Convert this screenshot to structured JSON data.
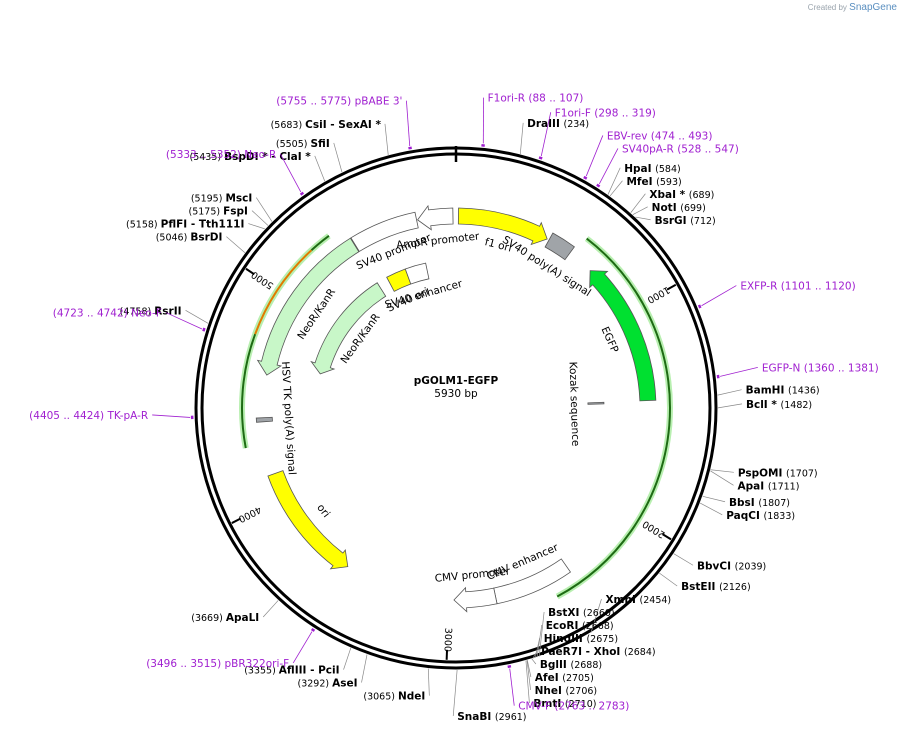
{
  "credit": {
    "created_by": "Created by",
    "brand": "SnapGene"
  },
  "plasmid": {
    "name": "pGOLM1-EGFP",
    "size_label": "5930 bp",
    "length": 5930
  },
  "colors": {
    "primer": "#a020d0",
    "yellow": "#ffff00",
    "lightgreen": "#c8f7c8",
    "green": "#00e030",
    "orange": "#e07b00",
    "gray": "#a0a4a8"
  },
  "ticks": [
    {
      "label": "1000",
      "bp": 1000
    },
    {
      "label": "2000",
      "bp": 2000
    },
    {
      "label": "3000",
      "bp": 3000
    },
    {
      "label": "4000",
      "bp": 4000
    },
    {
      "label": "5000",
      "bp": 5000
    }
  ],
  "sites": [
    {
      "name": "DraIII",
      "coord": "(234)",
      "bp": 234
    },
    {
      "name": "HpaI",
      "coord": "(584)",
      "bp": 584
    },
    {
      "name": "MfeI",
      "coord": "(593)",
      "bp": 593
    },
    {
      "name": "XbaI *",
      "coord": "(689)",
      "bp": 689
    },
    {
      "name": "NotI",
      "coord": "(699)",
      "bp": 699
    },
    {
      "name": "BsrGI",
      "coord": "(712)",
      "bp": 712
    },
    {
      "name": "BamHI",
      "coord": "(1436)",
      "bp": 1436
    },
    {
      "name": "BclI *",
      "coord": "(1482)",
      "bp": 1482
    },
    {
      "name": "PspOMI",
      "coord": "(1707)",
      "bp": 1707
    },
    {
      "name": "ApaI",
      "coord": "(1711)",
      "bp": 1711
    },
    {
      "name": "BbsI",
      "coord": "(1807)",
      "bp": 1807
    },
    {
      "name": "PaqCI",
      "coord": "(1833)",
      "bp": 1833
    },
    {
      "name": "BbvCI",
      "coord": "(2039)",
      "bp": 2039
    },
    {
      "name": "BstEII",
      "coord": "(2126)",
      "bp": 2126
    },
    {
      "name": "XmnI",
      "coord": "(2454)",
      "bp": 2454
    },
    {
      "name": "BstXI",
      "coord": "(2660)",
      "bp": 2660
    },
    {
      "name": "EcoRI",
      "coord": "(2668)",
      "bp": 2668
    },
    {
      "name": "HindIII",
      "coord": "(2675)",
      "bp": 2675
    },
    {
      "name": "PaeR7I - XhoI",
      "coord": "(2684)",
      "bp": 2684
    },
    {
      "name": "BglII",
      "coord": "(2688)",
      "bp": 2688
    },
    {
      "name": "AfeI",
      "coord": "(2705)",
      "bp": 2705
    },
    {
      "name": "NheI",
      "coord": "(2706)",
      "bp": 2706
    },
    {
      "name": "BmtI",
      "coord": "(2710)",
      "bp": 2710
    },
    {
      "name": "SnaBI",
      "coord": "(2961)",
      "bp": 2961
    },
    {
      "name": "NdeI",
      "coord": "(3065)",
      "bp": 3065
    },
    {
      "name": "AseI",
      "coord": "(3292)",
      "bp": 3292
    },
    {
      "name": "AflIII - PciI",
      "coord": "(3355)",
      "bp": 3355
    },
    {
      "name": "ApaLI",
      "coord": "(3669)",
      "bp": 3669
    },
    {
      "name": "RsrII",
      "coord": "(4758)",
      "bp": 4758
    },
    {
      "name": "BsrDI",
      "coord": "(5046)",
      "bp": 5046
    },
    {
      "name": "PflFI - Tth111I",
      "coord": "(5158)",
      "bp": 5158
    },
    {
      "name": "FspI",
      "coord": "(5175)",
      "bp": 5175
    },
    {
      "name": "MscI",
      "coord": "(5195)",
      "bp": 5195
    },
    {
      "name": "BspDI * - ClaI *",
      "coord": "(5435)",
      "bp": 5435
    },
    {
      "name": "SfiI",
      "coord": "(5505)",
      "bp": 5505
    },
    {
      "name": "CsiI - SexAI *",
      "coord": "(5683)",
      "bp": 5683
    }
  ],
  "primers": [
    {
      "name": "F1ori-R",
      "coord": "(88 .. 107)",
      "bp": 97
    },
    {
      "name": "F1ori-F",
      "coord": "(298 .. 319)",
      "bp": 308
    },
    {
      "name": "EBV-rev",
      "coord": "(474 .. 493)",
      "bp": 483
    },
    {
      "name": "SV40pA-R",
      "coord": "(528 .. 547)",
      "bp": 537
    },
    {
      "name": "EXFP-R",
      "coord": "(1101 .. 1120)",
      "bp": 1110
    },
    {
      "name": "EGFP-N",
      "coord": "(1360 .. 1381)",
      "bp": 1370
    },
    {
      "name": "CMV-F",
      "coord": "(2763 .. 2783)",
      "bp": 2773
    },
    {
      "name": "pBR322ori-F",
      "coord": "(3496 .. 3515)",
      "bp": 3505
    },
    {
      "name": "TK-pA-R",
      "coord": "(4405 .. 4424)",
      "bp": 4414
    },
    {
      "name": "Neo-F",
      "coord": "(4723 .. 4742)",
      "bp": 4732
    },
    {
      "name": "Neo-R",
      "coord": "(5333 .. 5352)",
      "bp": 5342
    },
    {
      "name": "pBABE 3'",
      "coord": "(5755 .. 5775)",
      "bp": 5765
    }
  ],
  "features": [
    {
      "name": "f1 ori",
      "start": 12,
      "end": 467,
      "color": "#ffff00",
      "ring": "outer",
      "dir": 1
    },
    {
      "name": "SV40 poly(A) signal",
      "start": 477,
      "end": 598,
      "color": "#a0a4a8",
      "ring": "outer",
      "dir": 0
    },
    {
      "name": "EGFP",
      "start": 730,
      "end": 1446,
      "color": "#00e030",
      "ring": "outer",
      "dir": -1
    },
    {
      "name": "Kozak sequence",
      "start": 1446,
      "end": 1456,
      "color": "#a0a4a8",
      "ring": "inner",
      "dir": 0
    },
    {
      "name": "CMV enhancer",
      "start": 2390,
      "end": 2770,
      "color": "#ffffff",
      "ring": "outer",
      "dir": 0
    },
    {
      "name": "CMV promoter",
      "start": 2770,
      "end": 2975,
      "color": "#ffffff",
      "ring": "outer",
      "dir": 1
    },
    {
      "name": "ori",
      "start": 3530,
      "end": 4120,
      "color": "#ffff00",
      "ring": "outer",
      "dir": -1
    },
    {
      "name": "HSV TK poly(A) signal",
      "start": 4380,
      "end": 4400,
      "color": "#a0a4a8",
      "ring": "outer",
      "dir": 0
    },
    {
      "name": "NeoR/KanR",
      "start": 4610,
      "end": 5405,
      "color": "#c8f7c8",
      "ring": "outer",
      "dir": -1
    },
    {
      "name": "SV40 promoter",
      "start": 5408,
      "end": 5735,
      "color": "#ffffff",
      "ring": "outer",
      "dir": 0
    },
    {
      "name": "AmpR promoter",
      "start": 5740,
      "end": 5915,
      "color": "#ffffff",
      "ring": "outer",
      "dir": -1
    },
    {
      "name": "NeoR/KanR",
      "start": 4680,
      "end": 5400,
      "color": "#c8f7c8",
      "ring": "inner",
      "dir": -1
    },
    {
      "name": "SV40 ori",
      "start": 5470,
      "end": 5600,
      "color": "#ffff00",
      "ring": "inner",
      "dir": 0
    },
    {
      "name": "SV40 enhancer",
      "start": 5600,
      "end": 5735,
      "color": "#ffffff",
      "ring": "inner",
      "dir": 0
    }
  ],
  "arcs": [
    {
      "start": 620,
      "end": 2500,
      "color": "#1e6b14"
    },
    {
      "start": 4270,
      "end": 5330,
      "color": "#1e6b14"
    },
    {
      "start": 4780,
      "end": 5230,
      "color": "#e07b00"
    }
  ]
}
